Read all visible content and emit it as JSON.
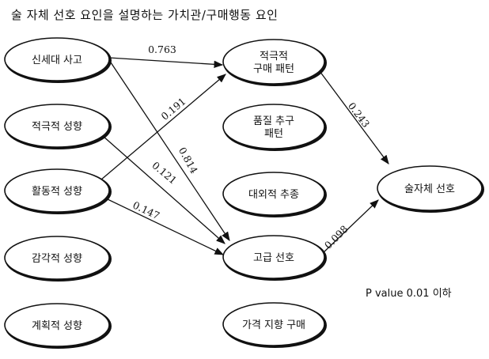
{
  "title": "술 자체 선호 요인을 설명하는 가치관/구매행동 요인",
  "note": "P value 0.01  이하",
  "nodes": [
    {
      "id": "n1",
      "lines": [
        "신세대 사고"
      ]
    },
    {
      "id": "n2",
      "lines": [
        "적극적 성향"
      ]
    },
    {
      "id": "n3",
      "lines": [
        "활동적 성향"
      ]
    },
    {
      "id": "n4",
      "lines": [
        "감각적 성향"
      ]
    },
    {
      "id": "n5",
      "lines": [
        "계획적 성향"
      ]
    },
    {
      "id": "n6",
      "lines": [
        "적극적",
        "구매 패턴"
      ]
    },
    {
      "id": "n7",
      "lines": [
        "품질 추구",
        "패턴"
      ]
    },
    {
      "id": "n8",
      "lines": [
        "대외적 추종"
      ]
    },
    {
      "id": "n9",
      "lines": [
        "고급 선호"
      ]
    },
    {
      "id": "n10",
      "lines": [
        "가격 지향 구매"
      ]
    },
    {
      "id": "n11",
      "lines": [
        "술자체 선호"
      ]
    }
  ],
  "edges": [
    {
      "from": "n1",
      "to": "n6",
      "label": "0.763"
    },
    {
      "from": "n1",
      "to": "n9",
      "label": "0.814"
    },
    {
      "from": "n2",
      "to": "n9",
      "label": "0.121"
    },
    {
      "from": "n3",
      "to": "n6",
      "label": "0.191"
    },
    {
      "from": "n3",
      "to": "n9",
      "label": "0.147"
    },
    {
      "from": "n6",
      "to": "n11",
      "label": "0.243"
    },
    {
      "from": "n9",
      "to": "n11",
      "label": "0.098"
    }
  ]
}
